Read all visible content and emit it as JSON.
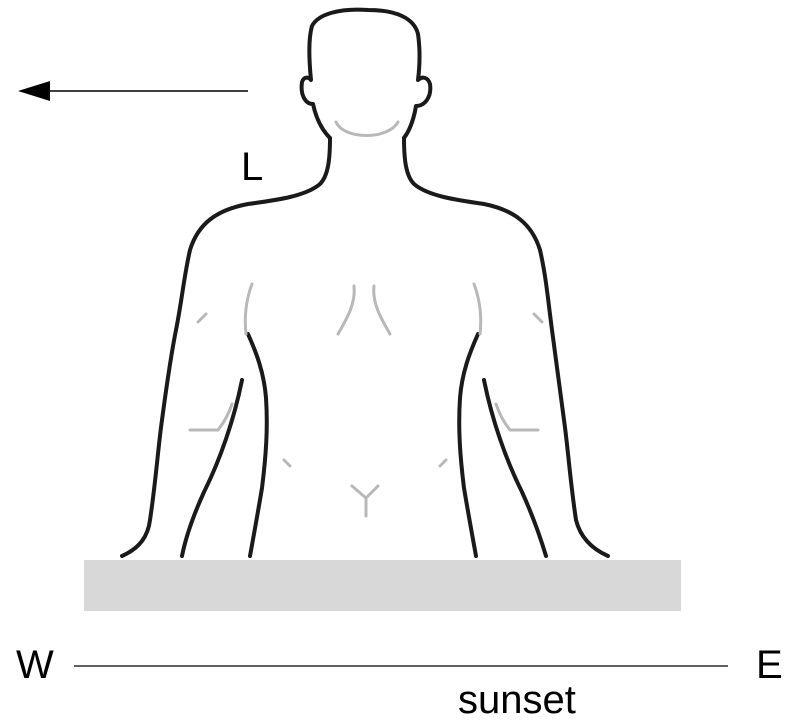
{
  "labels": {
    "shoulder": "L",
    "west": "W",
    "east": "E",
    "direction_note": "sunset"
  },
  "colors": {
    "outline": "#1a1a1a",
    "muscle_lines": "#b8b8b8",
    "table": "#d8d8d8",
    "axis": "#000000"
  },
  "icons": {
    "pointer": "left-arrow-icon"
  }
}
